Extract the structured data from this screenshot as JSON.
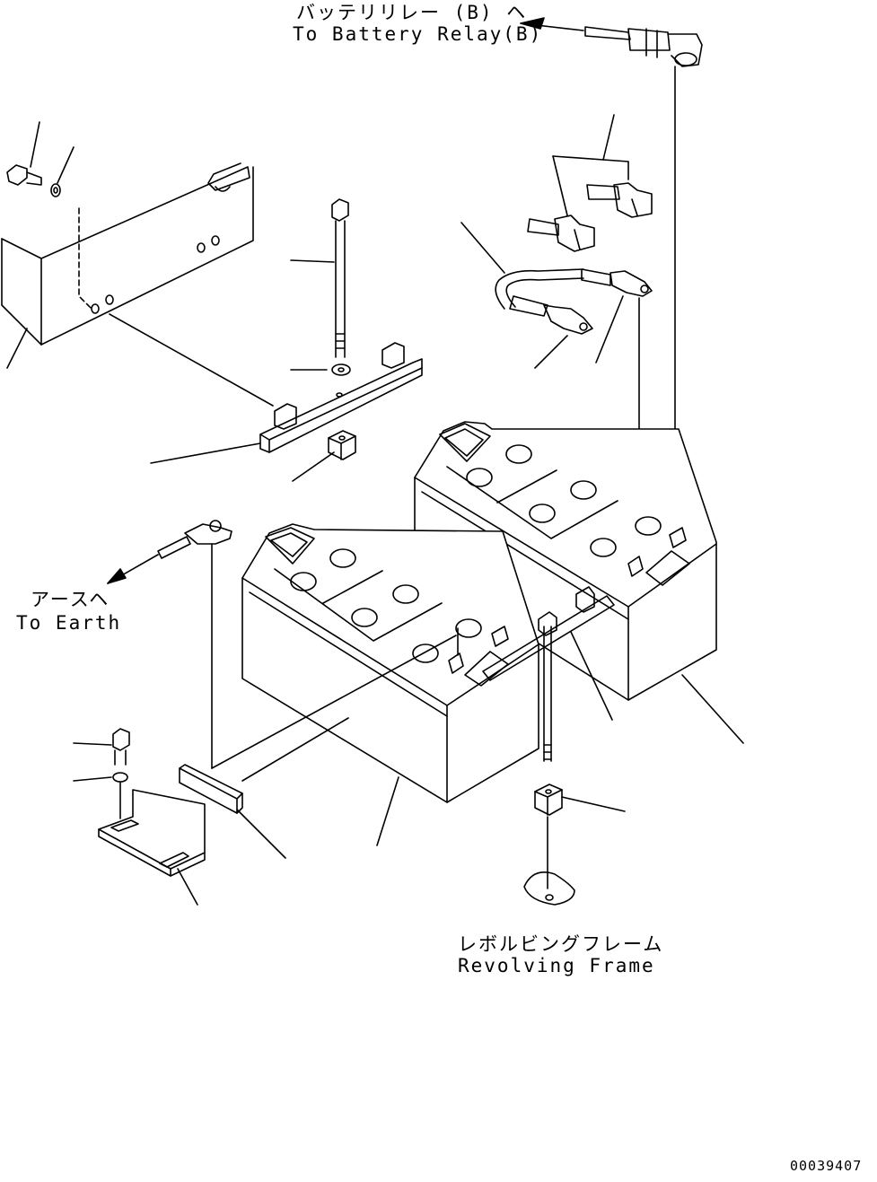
{
  "labels": {
    "battery_relay_jp": "バッテリリレー (B) ヘ",
    "battery_relay_en": "To Battery Relay(B)",
    "earth_jp": "アースヘ",
    "earth_en": "To Earth",
    "frame_jp": "レボルビングフレーム",
    "frame_en": "Revolving Frame",
    "drawing_number": "00039407"
  }
}
